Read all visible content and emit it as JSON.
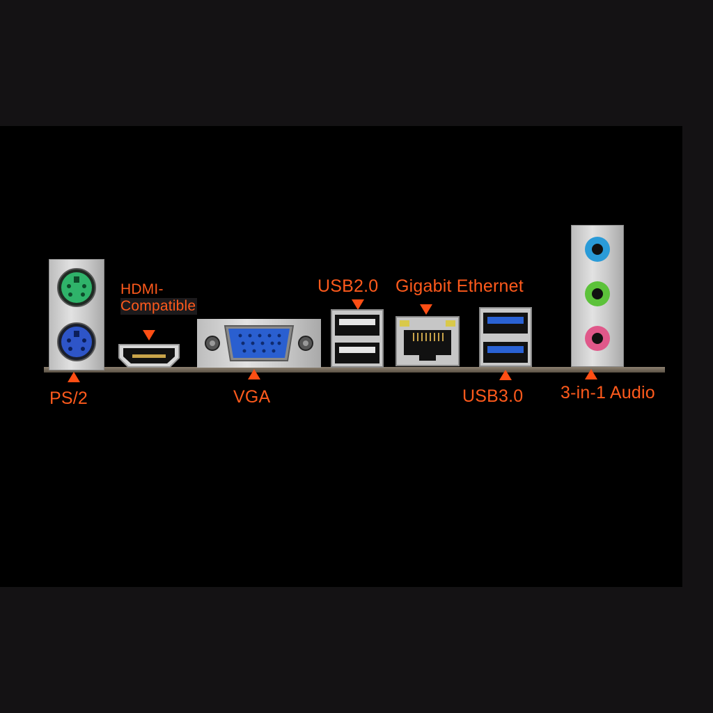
{
  "labels": {
    "ps2": "PS/2",
    "hdmi_line1": "HDMI-",
    "hdmi_line2": "Compatible",
    "vga": "VGA",
    "usb2": "USB2.0",
    "ethernet": "Gigabit Ethernet",
    "usb3": "USB3.0",
    "audio": "3-in-1 Audio"
  },
  "colors": {
    "label": "#ff5a1c",
    "background": "#141214",
    "panel": "#000000",
    "ps2_mouse": "#2fb36a",
    "ps2_keyboard": "#2e55c8",
    "vga": "#2a5fd0",
    "usb3": "#2a62d4",
    "audio_line_in": "#2a9bd8",
    "audio_line_out": "#5cc23a",
    "audio_mic": "#e0588a"
  },
  "ports": [
    "ps2-combo-port",
    "hdmi-port",
    "vga-port",
    "usb2-stack",
    "rj45-port",
    "usb3-stack",
    "audio-jacks"
  ]
}
